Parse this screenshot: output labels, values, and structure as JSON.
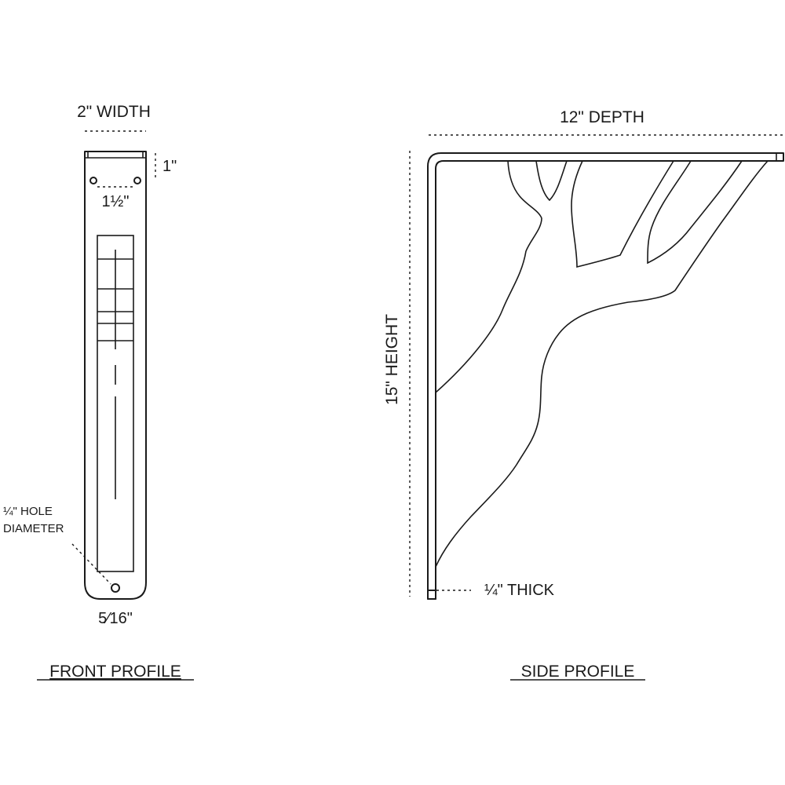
{
  "front": {
    "width_label": "2\" WIDTH",
    "top_offset_label": "1\"",
    "hole_spacing_label": "1½\"",
    "hole_note_line1": "¼\" HOLE",
    "hole_note_line2": "DIAMETER",
    "bottom_label": "5⁄16\"",
    "caption": "FRONT PROFILE"
  },
  "side": {
    "depth_label": "12\" DEPTH",
    "height_label": "15\" HEIGHT",
    "thick_label": "¼\" THICK",
    "caption": "SIDE PROFILE"
  }
}
